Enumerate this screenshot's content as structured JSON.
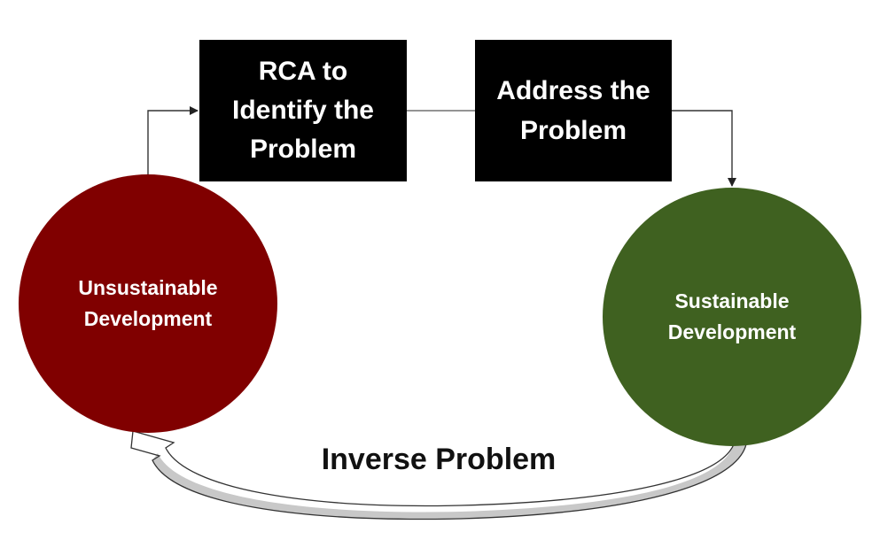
{
  "nodes": {
    "rca": {
      "lines": [
        "RCA to",
        "Identify the",
        "Problem"
      ]
    },
    "address": {
      "lines": [
        "Address the",
        "Problem"
      ]
    },
    "unsustainable": {
      "lines": [
        "Unsustainable",
        "Development"
      ],
      "color": "#800000"
    },
    "sustainable": {
      "lines": [
        "Sustainable",
        "Development"
      ],
      "color": "#3f6120"
    }
  },
  "inverse_label": "Inverse Problem",
  "colors": {
    "box_fill": "#000000",
    "box_text": "#ffffff",
    "connector": "#333333",
    "inverse_arrow_shade": "#c8c8c8"
  }
}
